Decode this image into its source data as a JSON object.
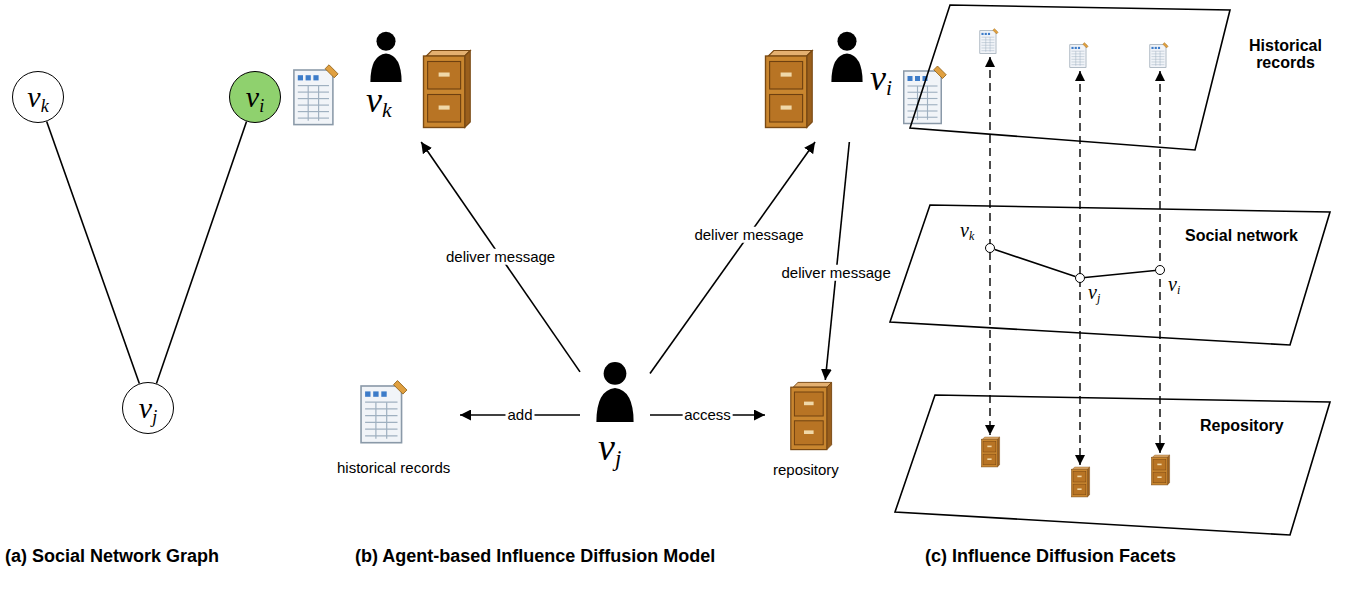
{
  "diagram": {
    "nodes": [
      {
        "text": [
          "vk"
        ]
      },
      {
        "text": [
          "vi"
        ]
      },
      {
        "text": [
          "vj"
        ]
      },
      {
        "text": [
          "vk"
        ]
      },
      {
        "text": [
          "vi"
        ]
      },
      {
        "text": [
          "vj"
        ]
      },
      {
        "text": [
          "historical records"
        ]
      },
      {
        "text": [
          "repository"
        ]
      },
      {
        "text": [
          "Historical records"
        ]
      },
      {
        "text": [
          "Social network"
        ]
      },
      {
        "text": [
          "vk"
        ],
        "in": 9
      },
      {
        "text": [
          "vj"
        ],
        "in": 9
      },
      {
        "text": [
          "vi"
        ],
        "in": 9
      },
      {
        "text": [
          "Repository"
        ]
      }
    ],
    "edges": [
      {
        "from": 0,
        "to": 2,
        "arrow": "none"
      },
      {
        "from": 1,
        "to": 2,
        "arrow": "none"
      },
      {
        "from": 5,
        "to": 3,
        "label": "deliver message",
        "arrow": "to"
      },
      {
        "from": 5,
        "to": 4,
        "label": "deliver message",
        "arrow": "to"
      },
      {
        "from": 4,
        "to": 7,
        "label": "deliver message",
        "arrow": "to"
      },
      {
        "from": 5,
        "to": 6,
        "label": "add",
        "arrow": "to"
      },
      {
        "from": 5,
        "to": 7,
        "label": "access",
        "arrow": "to"
      },
      {
        "from": 10,
        "to": 11,
        "arrow": "none"
      },
      {
        "from": 11,
        "to": 12,
        "arrow": "none"
      }
    ],
    "labels": [
      "(a) Social Network Graph",
      "(b) Agent-based Influence Diffusion Model",
      "(c) Influence Diffusion Facets"
    ]
  }
}
